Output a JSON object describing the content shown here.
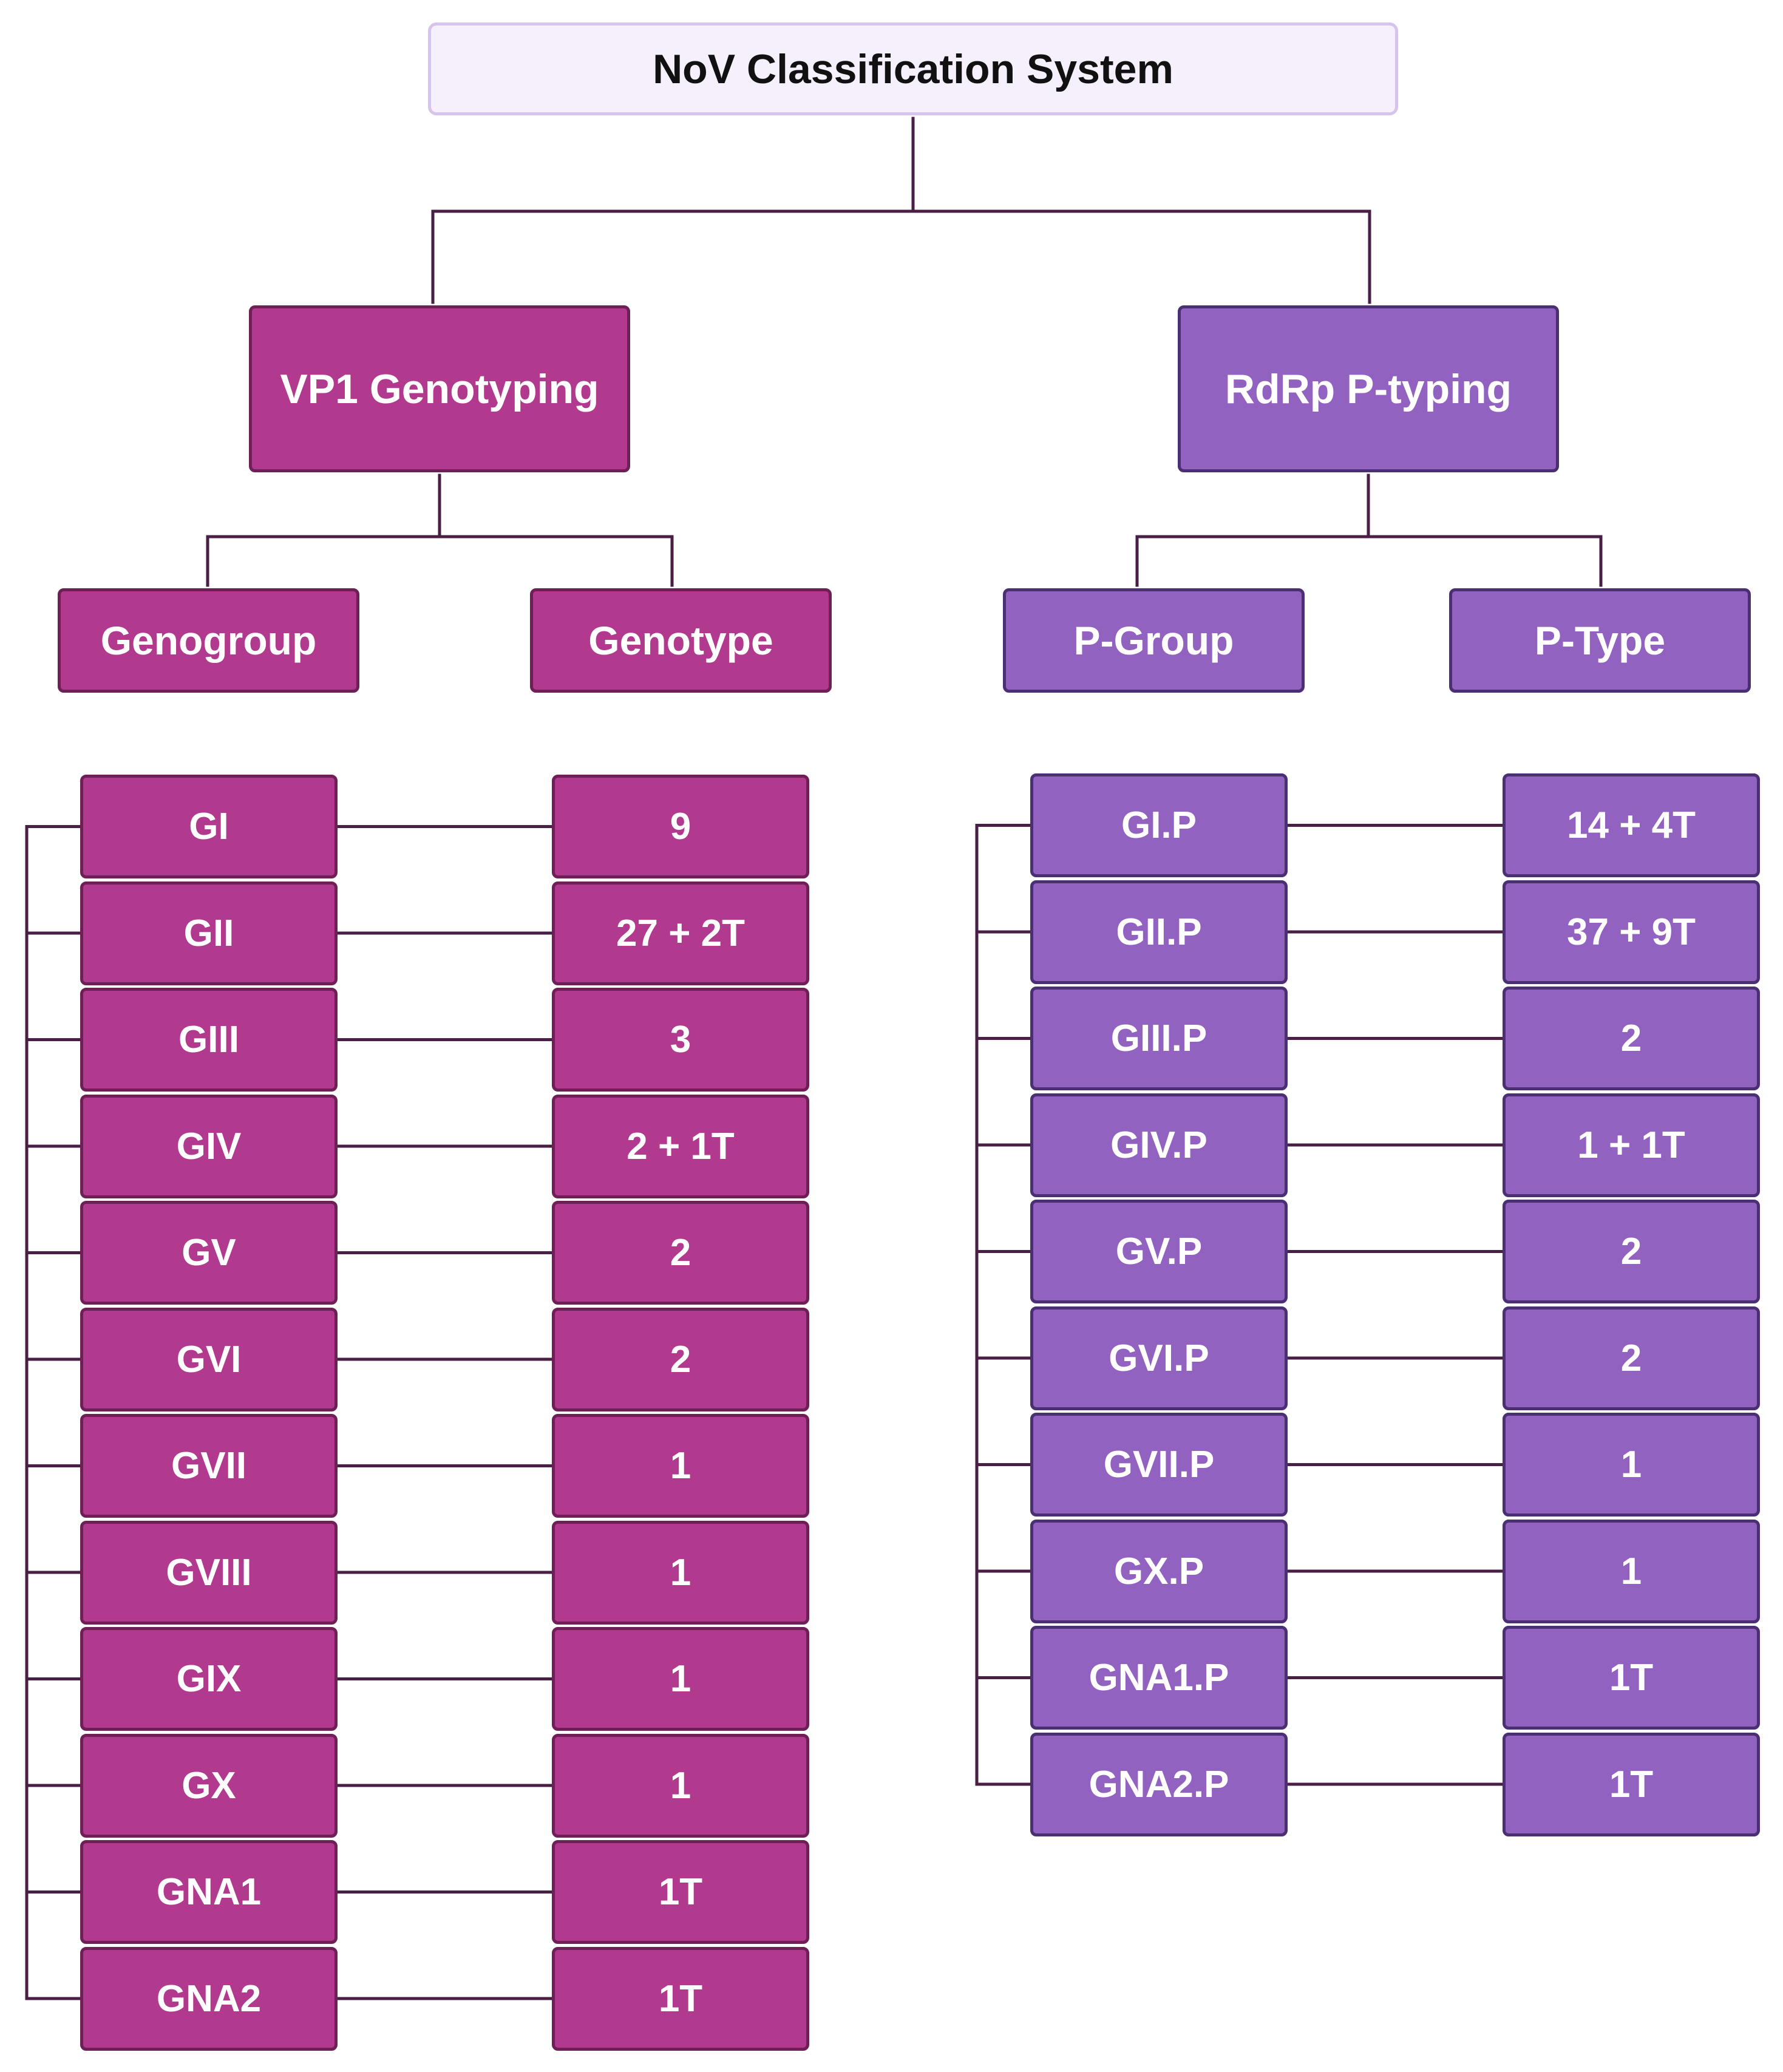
{
  "title": "NoV Classification System",
  "colors": {
    "vp1_fill": "#b23a8e",
    "vp1_border": "#6e1f55",
    "rdrp_fill": "#9262c0",
    "rdrp_border": "#4a2f73",
    "title_fill": "#f6f0fc",
    "title_border": "#d6c4ec",
    "connector": "#4a1f45"
  },
  "vp1": {
    "label": "VP1 Genotyping",
    "col1_header": "Genogroup",
    "col2_header": "Genotype",
    "rows": [
      {
        "group": "GI",
        "count": "9"
      },
      {
        "group": "GII",
        "count": "27 + 2T"
      },
      {
        "group": "GIII",
        "count": "3"
      },
      {
        "group": "GIV",
        "count": "2 + 1T"
      },
      {
        "group": "GV",
        "count": "2"
      },
      {
        "group": "GVI",
        "count": "2"
      },
      {
        "group": "GVII",
        "count": "1"
      },
      {
        "group": "GVIII",
        "count": "1"
      },
      {
        "group": "GIX",
        "count": "1"
      },
      {
        "group": "GX",
        "count": "1"
      },
      {
        "group": "GNA1",
        "count": "1T"
      },
      {
        "group": "GNA2",
        "count": "1T"
      }
    ]
  },
  "rdrp": {
    "label": "RdRp P-typing",
    "col1_header": "P-Group",
    "col2_header": "P-Type",
    "rows": [
      {
        "group": "GI.P",
        "count": "14 + 4T"
      },
      {
        "group": "GII.P",
        "count": "37 + 9T"
      },
      {
        "group": "GIII.P",
        "count": "2"
      },
      {
        "group": "GIV.P",
        "count": "1 + 1T"
      },
      {
        "group": "GV.P",
        "count": "2"
      },
      {
        "group": "GVI.P",
        "count": "2"
      },
      {
        "group": "GVII.P",
        "count": "1"
      },
      {
        "group": "GX.P",
        "count": "1"
      },
      {
        "group": "GNA1.P",
        "count": "1T"
      },
      {
        "group": "GNA2.P",
        "count": "1T"
      }
    ]
  }
}
